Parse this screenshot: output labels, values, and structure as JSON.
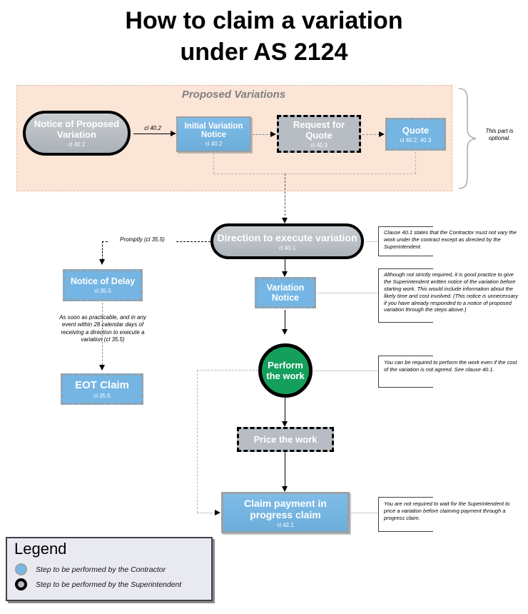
{
  "title": {
    "line1": "How to claim a variation",
    "line2": "under AS 2124"
  },
  "proposed_section": {
    "header": "Proposed Variations",
    "arrow_label": "cl 40.2",
    "optional_note": "This part is optional."
  },
  "nodes": {
    "notice_of_proposed_variation": {
      "label": "Notice of Proposed Variation",
      "clause": "cl 40.2"
    },
    "initial_variation_notice": {
      "label": "Initial Variation Notice",
      "clause": "cl 40.2"
    },
    "request_for_quote": {
      "label": "Request for Quote",
      "clause": "cl 40.3"
    },
    "quote": {
      "label": "Quote",
      "clause": "cl 40.2, 40.3"
    },
    "direction_to_execute": {
      "label": "Direction to execute variation",
      "clause": "cl 40.1"
    },
    "notice_of_delay": {
      "label": "Notice of Delay",
      "clause": "cl 35.5"
    },
    "eot_claim": {
      "label": "EOT Claim",
      "clause": "cl 35.5"
    },
    "variation_notice": {
      "label": "Variation Notice"
    },
    "perform_the_work": {
      "label": "Perform the work"
    },
    "price_the_work": {
      "label": "Price the work"
    },
    "claim_payment": {
      "label": "Claim payment in progress claim",
      "clause": "cl 42.1"
    }
  },
  "edge_labels": {
    "promptly": "Promptly (cl 35.5)",
    "eot_timing": "As soon as practicable, and in any event within 28 calendar days of receiving a direction to execute a variation (cl 35.5)"
  },
  "annotations": [
    {
      "text": "Clause 40.1 states that the Contractor must not vary the work under the contract except as directed by the Superintendent."
    },
    {
      "text": "Although not strictly required, it is good practice to give the Superintendent written notice of the variation before starting work. This would include information about the likely time and cost involved. (This notice is unnecessary if you have already responded to a notice of proposed variation through the steps above.)"
    },
    {
      "text": "You can be required to perform the work even if the cost of the variation is not agreed. See clause 40.1."
    },
    {
      "text": "You are not required to wait for the Superintendent to price a variation before claiming payment through a progress claim."
    }
  ],
  "legend": {
    "title": "Legend",
    "items": [
      {
        "role": "contractor",
        "label": "Step to be performed by the Contractor"
      },
      {
        "role": "superintendent",
        "label": "Step to be performed by the Superintendent"
      }
    ]
  },
  "colors": {
    "contractor_blue": "#74b5e3",
    "superintendent_gray": "#b7bdc2",
    "perform_green": "#14a05c",
    "proposed_bg_peach": "#fbe5d6",
    "legend_bg": "#e9e9f2"
  }
}
